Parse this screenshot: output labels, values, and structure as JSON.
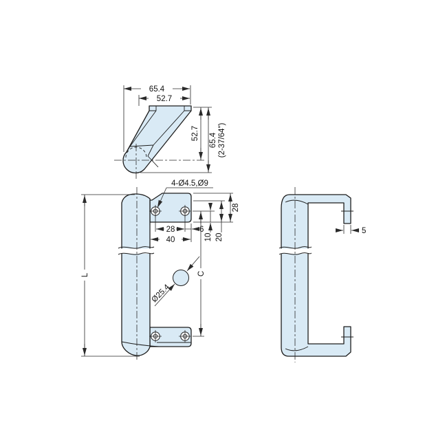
{
  "drawing_title": "handle-technical-drawing",
  "colors": {
    "background": "#ffffff",
    "fill": "#d9eaf5",
    "line": "#1c1c1c",
    "dim_line": "#2a2a2a",
    "text": "#111111"
  },
  "labels": {
    "top_width_outer": "65.4",
    "top_width_inner": "52.7",
    "top_height_inner": "52.7",
    "top_height_outer": "65.4",
    "top_height_outer_inch": "(2-37/64\")",
    "hole_callout": "4-Ø4.5,Ø9",
    "hole_spacing": "28",
    "plate_width": "40",
    "hole_edge_offset": "6",
    "offset_ten": "10",
    "offset_twenty": "20",
    "plate_height": "28",
    "overall_length": "L",
    "hole_centers": "C",
    "grip_diameter": "Ø25.4",
    "flange_thickness": "5"
  }
}
